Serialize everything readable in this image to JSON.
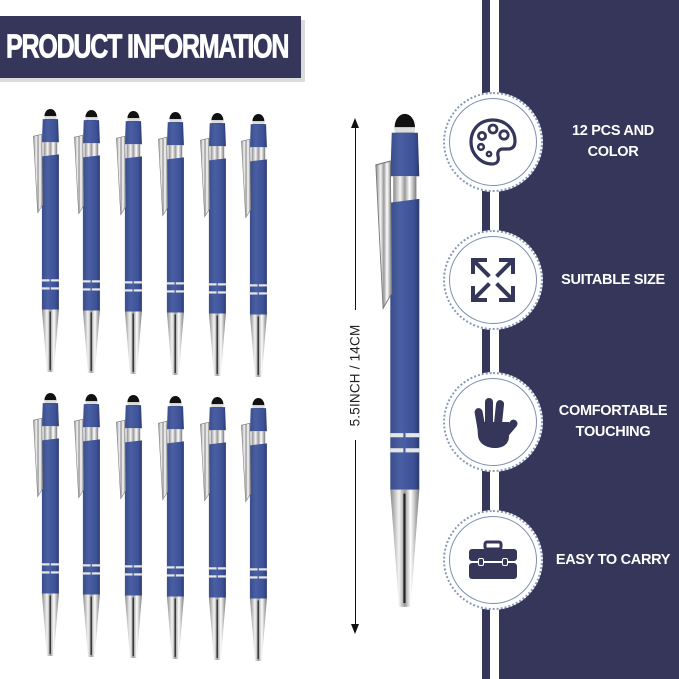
{
  "banner": {
    "title": "PRODUCT INFORMATION"
  },
  "colors": {
    "navy": "#353659",
    "pen_blue": "#4a5fa3",
    "silver": "#d8d8d8",
    "white": "#ffffff"
  },
  "pen_grid": {
    "rows": 2,
    "columns": 6,
    "count": 12,
    "pen_color": "blue",
    "features": [
      "stylus tip",
      "silver clip",
      "silver tip",
      "double silver rings"
    ]
  },
  "large_pen": {
    "dimension_label": "5.5INCH / 14CM"
  },
  "features": [
    {
      "icon": "palette-icon",
      "label": "12 PCS AND COLOR"
    },
    {
      "icon": "expand-arrows-icon",
      "label": "SUITABLE SIZE"
    },
    {
      "icon": "hand-icon",
      "label": "COMFORTABLE TOUCHING"
    },
    {
      "icon": "toolbox-icon",
      "label": "EASY TO CARRY"
    }
  ]
}
